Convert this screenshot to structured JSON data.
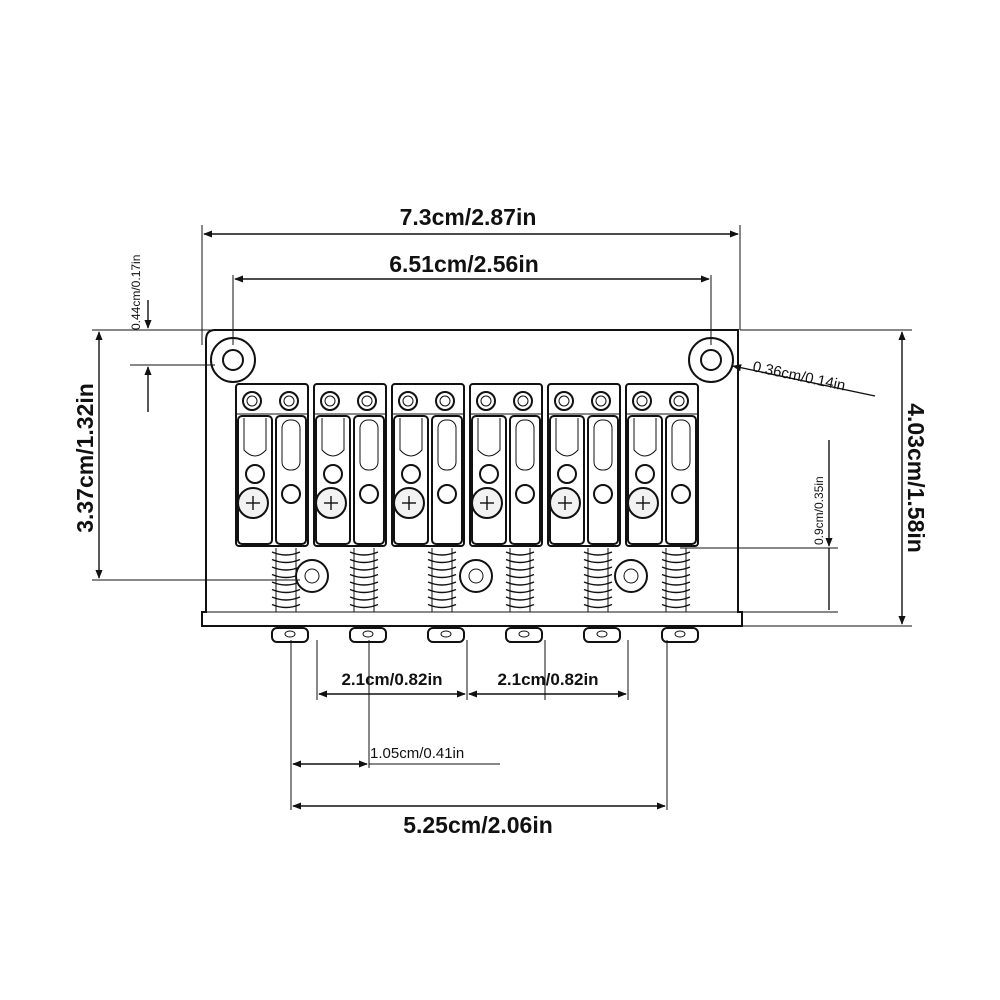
{
  "dimensions": {
    "overall_width": "7.3cm/2.87in",
    "mount_hole_spacing": "6.51cm/2.56in",
    "top_offset": "0.44cm/0.17in",
    "hole_diameter": "0.36cm/0.14in",
    "total_height": "4.03cm/1.58in",
    "spring_height": "3.37cm/1.32in",
    "base_height": "0.9cm/0.35in",
    "string_pair_1": "2.1cm/0.82in",
    "string_pair_2": "2.1cm/0.82in",
    "string_half": "1.05cm/0.41in",
    "outer_strings": "5.25cm/2.06in"
  },
  "colors": {
    "line": "#111111",
    "background": "#ffffff"
  },
  "icons": [
    "saddle-icon",
    "screw-icon",
    "spring-icon",
    "mount-hole-icon"
  ]
}
